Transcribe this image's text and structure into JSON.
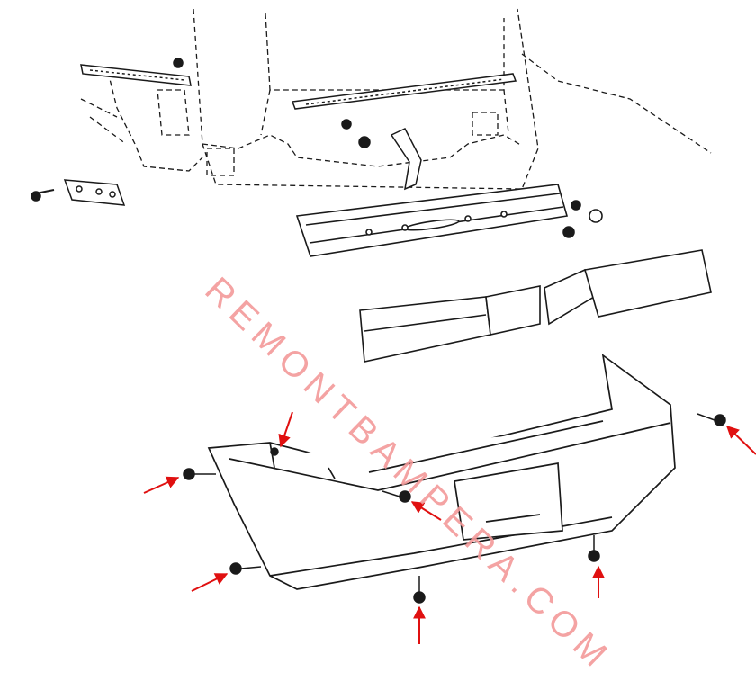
{
  "watermark": {
    "text": "REMONTBAMPERA.COM"
  },
  "colors": {
    "line": "#1a1a1a",
    "arrow": "#e01010",
    "watermark": "#f39a9a"
  },
  "parts": [
    {
      "id": "body-silhouette",
      "label": ""
    },
    {
      "id": "bumper-cover",
      "label": ""
    },
    {
      "id": "energy-absorber",
      "label": ""
    },
    {
      "id": "reinforcement-beam",
      "label": ""
    },
    {
      "id": "bracket",
      "label": ""
    },
    {
      "id": "side-retainer-left",
      "label": ""
    },
    {
      "id": "upper-retainer",
      "label": ""
    },
    {
      "id": "lower-retainer-left",
      "label": ""
    }
  ],
  "callouts": {
    "count": 7,
    "meaning": "",
    "arrow-icon": "red-arrow-icon"
  }
}
